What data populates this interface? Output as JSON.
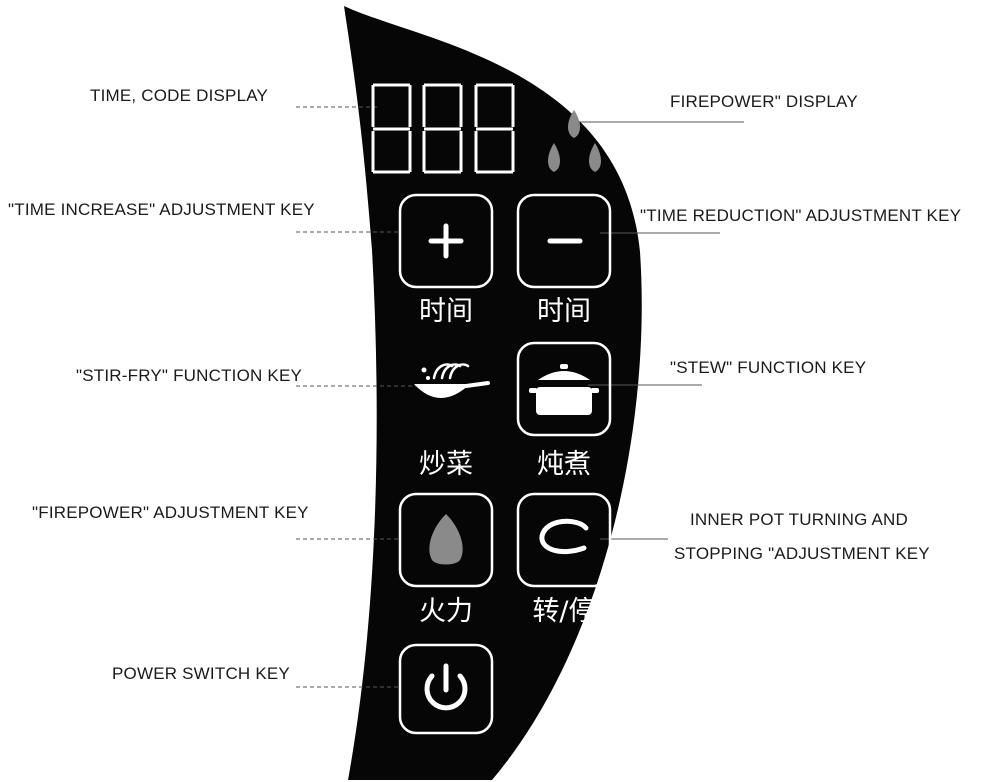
{
  "panel": {
    "display_digits": "888",
    "keys": {
      "time_increase": {
        "symbol": "+",
        "caption": "时间"
      },
      "time_reduction": {
        "symbol": "−",
        "caption": "时间"
      },
      "stir_fry": {
        "caption": "炒菜"
      },
      "stew": {
        "caption": "炖煮"
      },
      "firepower": {
        "caption": "火力"
      },
      "turn_stop": {
        "caption": "转/停"
      }
    }
  },
  "callouts": {
    "time_code_display": "TIME, CODE DISPLAY",
    "firepower_display": "FIREPOWER\" DISPLAY",
    "time_increase_key": "\"TIME INCREASE\" ADJUSTMENT KEY",
    "time_reduction_key": "\"TIME REDUCTION\" ADJUSTMENT KEY",
    "stir_fry_key": "\"STIR-FRY\" FUNCTION KEY",
    "stew_key": "\"STEW\" FUNCTION KEY",
    "firepower_key": "\"FIREPOWER\" ADJUSTMENT KEY",
    "inner_pot_line1": "INNER POT TURNING AND",
    "inner_pot_line2": "STOPPING \"ADJUSTMENT KEY",
    "power_key": "POWER SWITCH KEY"
  },
  "colors": {
    "panel": "#060606",
    "key_outline": "#ffffff",
    "text": "#1a1a1a",
    "lines": "#555555"
  }
}
